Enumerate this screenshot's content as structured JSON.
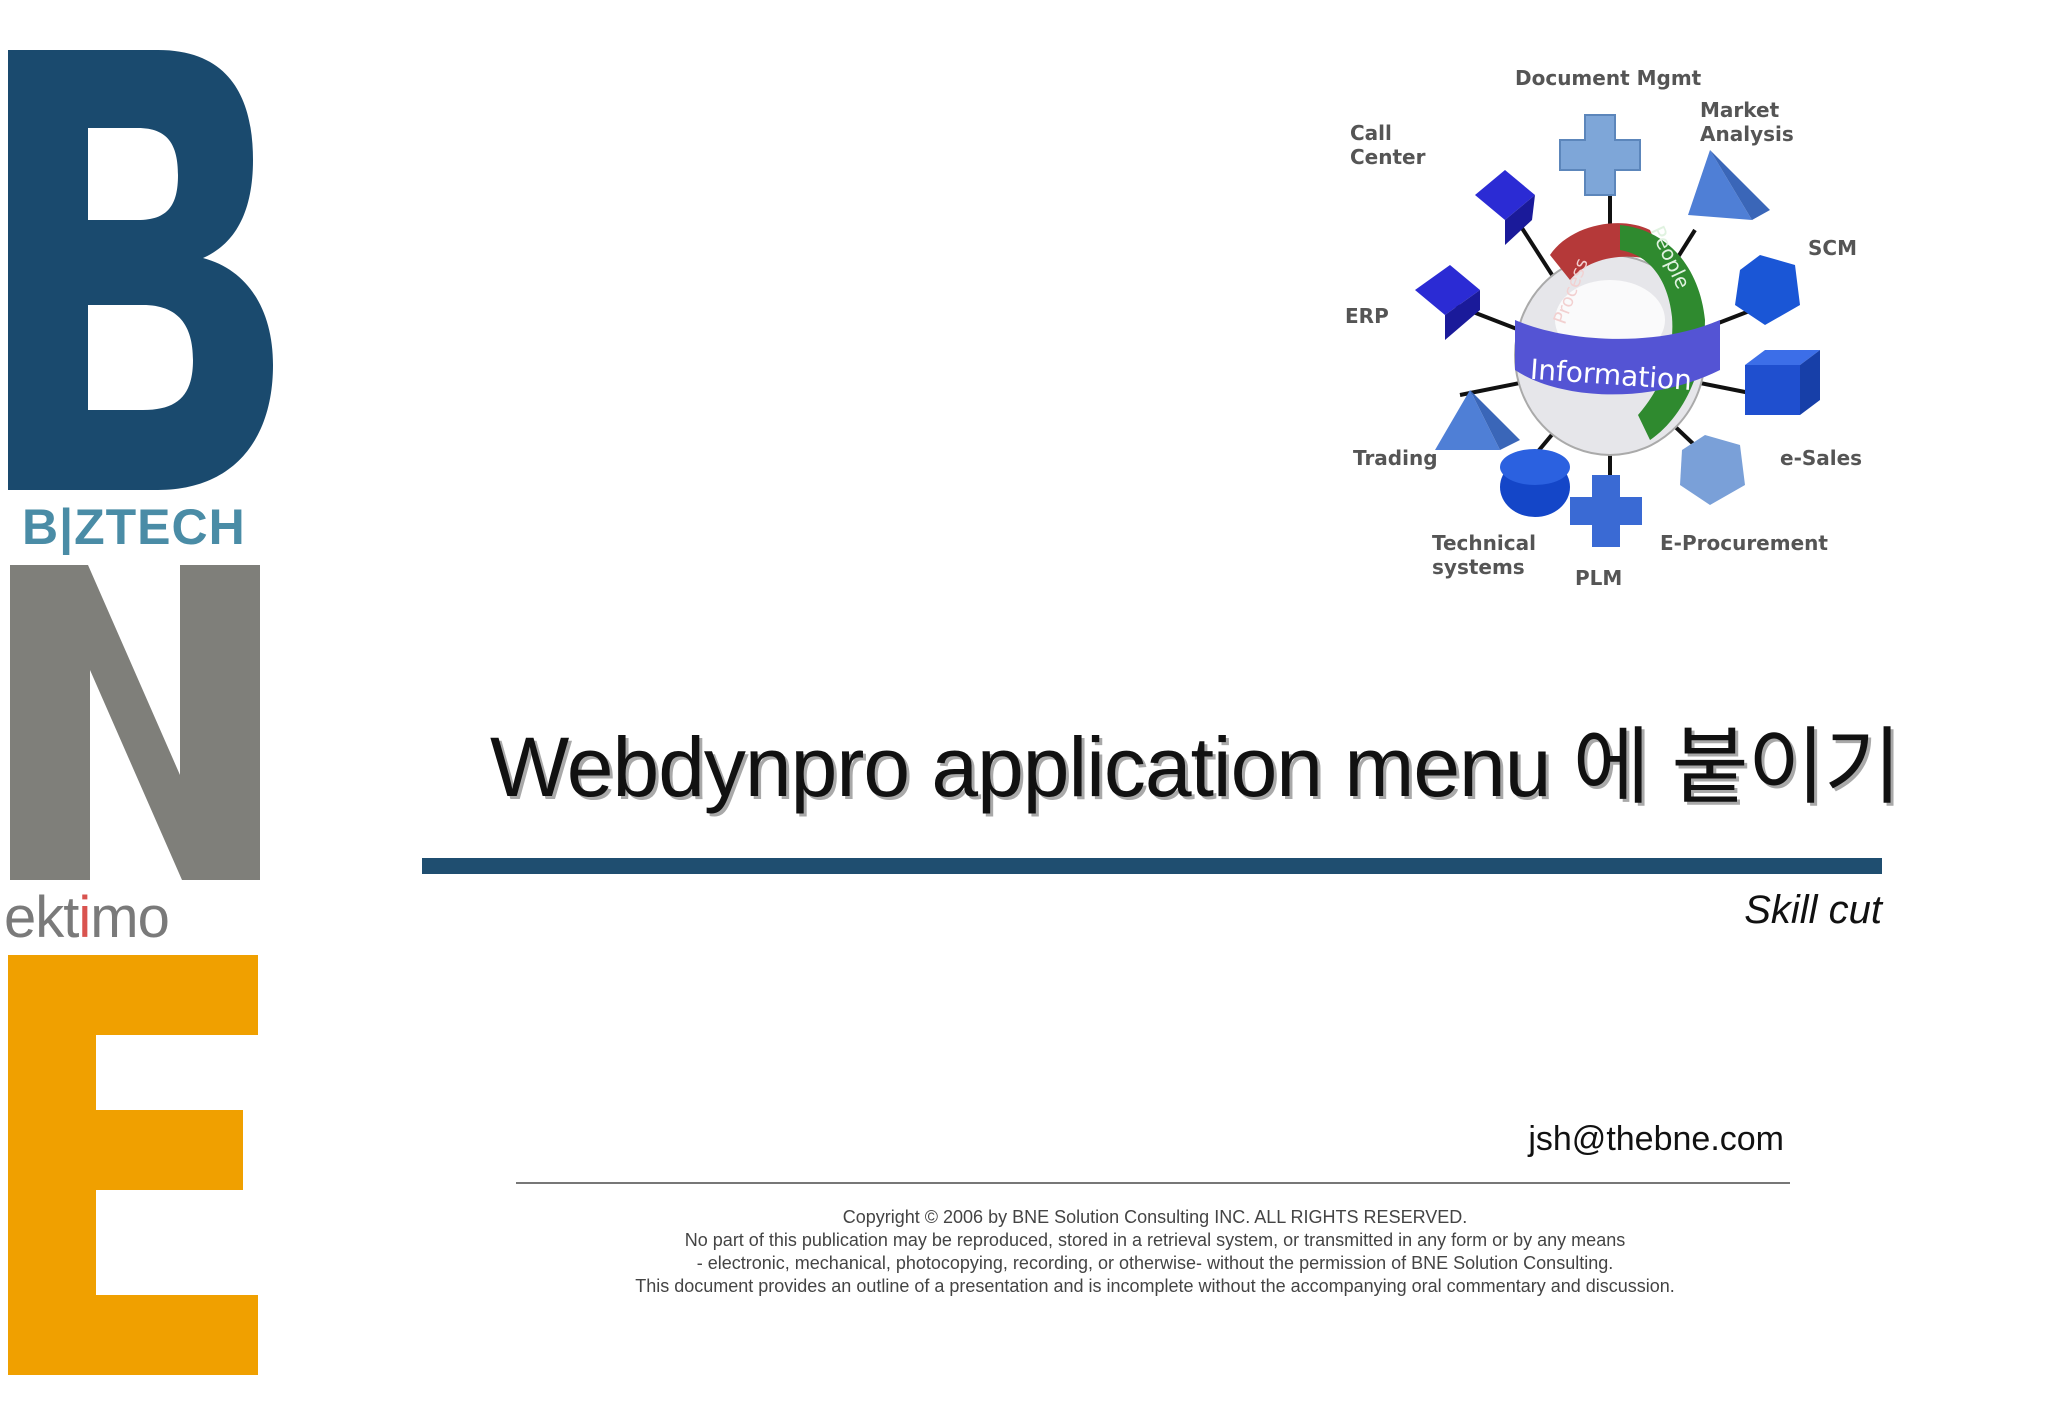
{
  "logo": {
    "brand_letters": [
      "B",
      "N",
      "E"
    ],
    "biztech": "B|ZTECH",
    "ektimo": "ektimo",
    "colors": {
      "b": "#1a4a6e",
      "n": "#7f7f7a",
      "e": "#f0a000",
      "biztech": "#4a8ca6"
    }
  },
  "diagram": {
    "center_label": "Information",
    "ring_labels": [
      "Process",
      "People"
    ],
    "nodes": [
      "Document Mgmt",
      "Market Analysis",
      "SCM",
      "e-Sales",
      "E-Procurement",
      "PLM",
      "Technical systems",
      "Trading",
      "ERP",
      "Call Center"
    ]
  },
  "title": "Webdynpro application menu 에 붙이기",
  "subtitle": "Skill cut",
  "email": "jsh@thebne.com",
  "copyright_lines": [
    "Copyright © 2006 by BNE Solution Consulting INC.   ALL RIGHTS RESERVED.",
    "No part of this publication may be reproduced, stored in a retrieval system, or transmitted in any form or by any means",
    "- electronic, mechanical, photocopying, recording, or otherwise- without the permission of BNE Solution Consulting.",
    "This document provides an outline of a presentation and is incomplete without the accompanying oral commentary and discussion."
  ],
  "colors": {
    "rule": "#1f4e70"
  }
}
